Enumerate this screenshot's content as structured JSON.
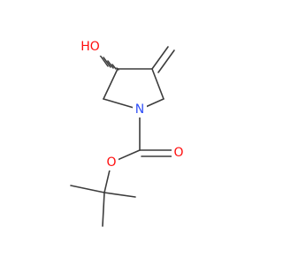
{
  "molecule": {
    "atoms": {
      "hydroxyl": {
        "label": "HO",
        "color": "#ff0d0d"
      },
      "ring_nitrogen": {
        "label": "N",
        "color": "#3050f8"
      },
      "ester_oxygen": {
        "label": "O",
        "color": "#ff0d0d"
      },
      "carbonyl_oxygen": {
        "label": "O",
        "color": "#ff0d0d"
      }
    },
    "bond_color": "#3c3c3c"
  }
}
